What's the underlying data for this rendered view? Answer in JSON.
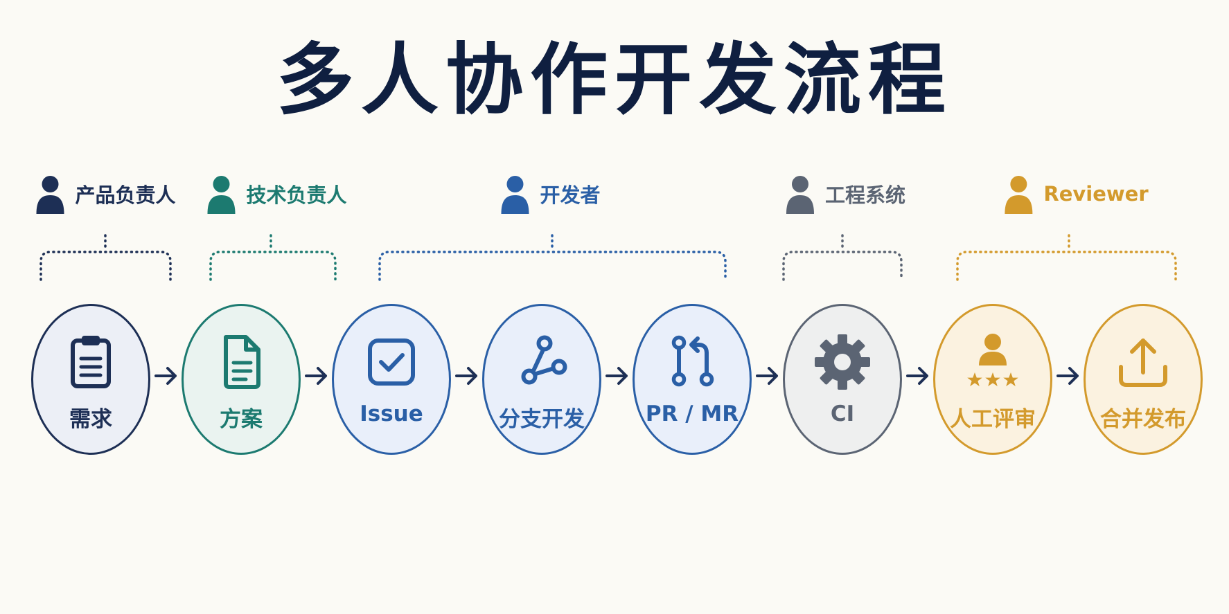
{
  "title": "多人协作开发流程",
  "colors": {
    "navy": "#1d2f55",
    "teal": "#1c7a70",
    "blue": "#2a5fa6",
    "gray": "#5b6473",
    "gold": "#d39a2c",
    "arrow": "#1d2f55"
  },
  "roles": [
    {
      "label": "产品负责人",
      "color": "#1d2f55",
      "icon": "user-icon"
    },
    {
      "label": "技术负责人",
      "color": "#1c7a70",
      "icon": "user-icon"
    },
    {
      "label": "开发者",
      "color": "#2a5fa6",
      "icon": "user-icon"
    },
    {
      "label": "工程系统",
      "color": "#5b6473",
      "icon": "user-icon"
    },
    {
      "label": "Reviewer",
      "color": "#d39a2c",
      "icon": "user-icon"
    }
  ],
  "steps": [
    {
      "label": "需求",
      "icon": "clipboard-icon",
      "color": "#1d2f55",
      "fill": "#eceff6"
    },
    {
      "label": "方案",
      "icon": "document-icon",
      "color": "#1c7a70",
      "fill": "#eaf3f0"
    },
    {
      "label": "Issue",
      "icon": "checkbox-icon",
      "color": "#2a5fa6",
      "fill": "#e9effa"
    },
    {
      "label": "分支开发",
      "icon": "branch-icon",
      "color": "#2a5fa6",
      "fill": "#e9effa"
    },
    {
      "label": "PR / MR",
      "icon": "pull-request-icon",
      "color": "#2a5fa6",
      "fill": "#e9effa"
    },
    {
      "label": "CI",
      "icon": "gear-icon",
      "color": "#5b6473",
      "fill": "#eeefef"
    },
    {
      "label": "人工评审",
      "icon": "reviewer-rating-icon",
      "color": "#d39a2c",
      "fill": "#fbf2e0"
    },
    {
      "label": "合并发布",
      "icon": "upload-icon",
      "color": "#d39a2c",
      "fill": "#fbf2e0"
    }
  ]
}
